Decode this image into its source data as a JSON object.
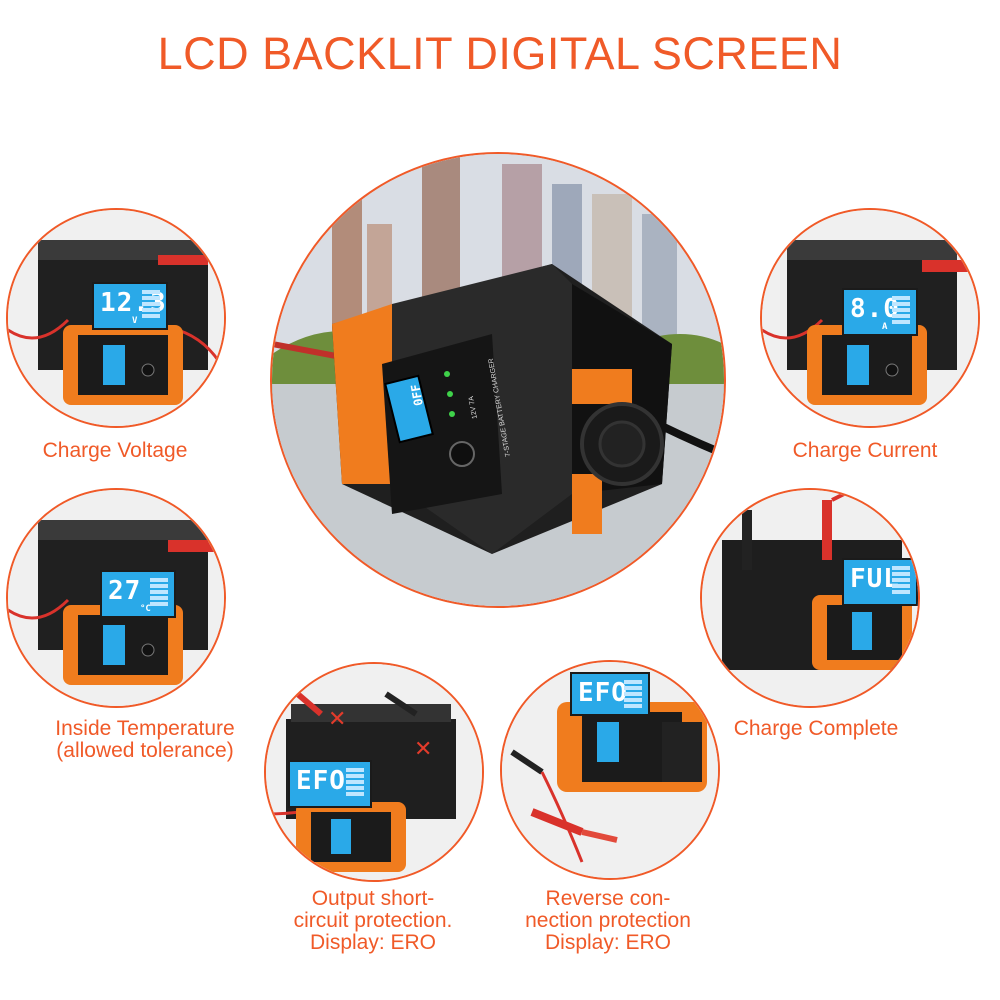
{
  "title": "LCD BACKLIT DIGITAL SCREEN",
  "panels": {
    "charge_voltage": {
      "caption": "Charge Voltage",
      "display": "12.3",
      "unit": "V"
    },
    "charge_current": {
      "caption": "Charge Current",
      "display": "8.0",
      "unit": "A"
    },
    "inside_temperature": {
      "caption_line1": "Inside Temperature",
      "caption_line2": "(allowed tolerance)",
      "display": "27",
      "unit": "°C"
    },
    "charge_complete": {
      "caption": "Charge Complete",
      "display": "FUL"
    },
    "short_circuit": {
      "caption_line1": "Output short-",
      "caption_line2": "circuit protection.",
      "caption_line3": "Display:  ERO",
      "display": "EFO"
    },
    "reverse_connection": {
      "caption_line1": "Reverse con-",
      "caption_line2": "nection protection",
      "caption_line3": "Display:  ERO",
      "display": "EFO"
    }
  },
  "product": {
    "screen_text": "0FF",
    "label_line1": "12V 7A",
    "label_line2": "7-STAGE BATTERY CHARGER"
  },
  "colors": {
    "accent": "#f05a28",
    "charger_orange": "#f07c1e",
    "charger_black": "#1f1f1f",
    "lcd_blue": "#2aa9e8",
    "clamp_red": "#d9322b"
  },
  "icons": [
    "red-x-icon"
  ]
}
